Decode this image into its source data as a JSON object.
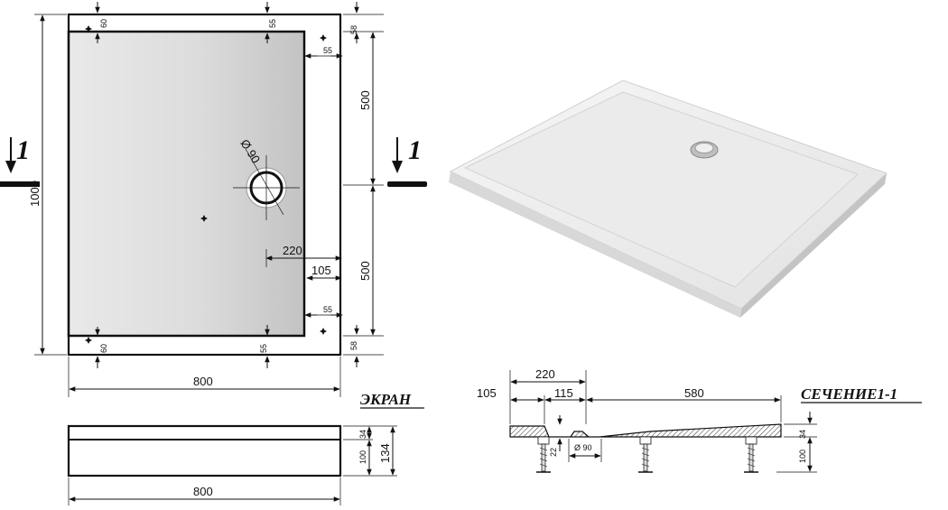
{
  "plan": {
    "dim_top_left": "60",
    "dim_top_mid": "55",
    "dim_top_right": "58",
    "dim_right_inset_top": "55",
    "dim_upper_half": "500",
    "dim_lower_half": "500",
    "dim_total_height": "1000",
    "dim_drain_offset": "220",
    "dim_step": "105",
    "dim_right_inset_bottom": "55",
    "dim_bottom_left": "60",
    "dim_bottom_mid": "55",
    "dim_bottom_right": "58",
    "dim_width": "800",
    "drain_label": "Ø 90"
  },
  "section_marker": {
    "left": "1",
    "right": "1"
  },
  "front": {
    "dim_width": "800",
    "dim_rim": "34",
    "dim_body": "100",
    "dim_total": "134"
  },
  "labels": {
    "screen": "ЭКРАН",
    "section": "СЕЧЕНИЕ1-1"
  },
  "section": {
    "dim_105": "105",
    "dim_220": "220",
    "dim_115": "115",
    "dim_580": "580",
    "dim_22": "22",
    "dim_drain": "Ø 90",
    "dim_rim": "34",
    "dim_body": "100"
  }
}
